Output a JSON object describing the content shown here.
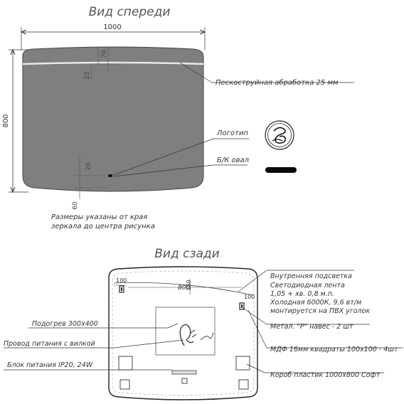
{
  "front": {
    "title": "Вид спереди",
    "width_dim": "1000",
    "height_dim": "800",
    "dim_top_band": "70",
    "dim_band_width": "25",
    "dim_oval_up": "20",
    "dim_oval_bottom": "60",
    "label_sandblast": "Пескоструйная абработка 25 мм",
    "label_logo": "Логотип",
    "label_oval": "Б/К овал",
    "note_line1": "Размеры указаны от края",
    "note_line2": "зеркала до центра рисунка"
  },
  "back": {
    "title": "Вид сзади",
    "dim_100_left": "100",
    "dim_100_right": "100",
    "dim_800": "800",
    "dim_150": "150",
    "label_inner_light": "Внутренняя подсветка",
    "label_led_1": "Светодиодная лента",
    "label_led_2": "1,05 + хв. 0,8 м.п.",
    "label_led_3": "Холодная 6000К, 9,6 вт/м",
    "label_led_4": "монтируется на ПВХ уголок",
    "label_hanger": "Метал. \"Р\" навес - 2 шт",
    "label_mdf": "МДФ 16мм квадраты 100х100 - 4шт",
    "label_box": "Короб пластик 1000х800 Софт",
    "label_heating": "Подогрев 300х400",
    "label_cable": "Провод питания с вилкой",
    "label_psu": "Блок питания IP20, 24W"
  },
  "colors": {
    "mirror_fill": "#7f7f7f",
    "line": "#333333",
    "text": "#3a3a3a"
  }
}
